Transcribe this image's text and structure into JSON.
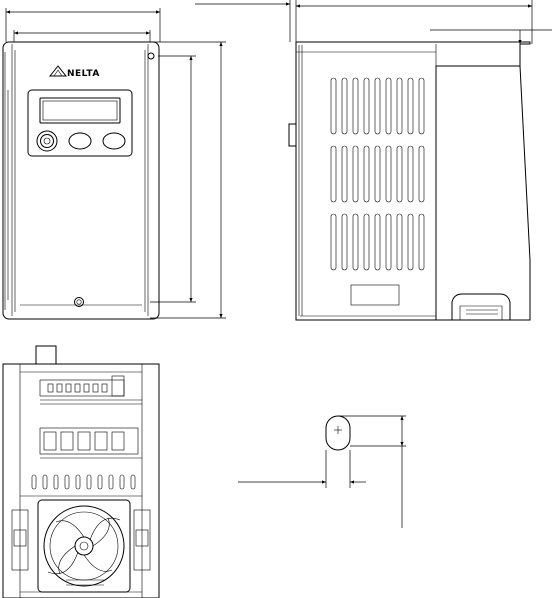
{
  "brand": {
    "logo_text": "NELTA"
  },
  "views": {
    "front": "front-view",
    "side": "side-view",
    "bottom": "bottom-view",
    "mounting_hole": "mounting-hole-detail"
  }
}
